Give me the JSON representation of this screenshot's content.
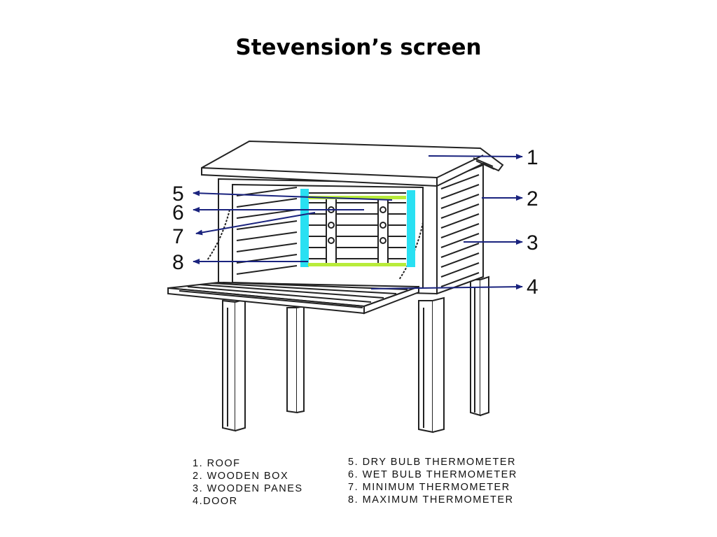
{
  "title": "Stevension’s screen",
  "callouts": [
    "1",
    "2",
    "3",
    "4",
    "5",
    "6",
    "7",
    "8"
  ],
  "legend_left": [
    "1. ROOF",
    "2. WOODEN BOX",
    "3. WOODEN PANES",
    "4.DOOR"
  ],
  "legend_right": [
    "5. DRY BULB THERMOMETER",
    "6. WET BULB THERMOMETER",
    "7. MINIMUM THERMOMETER",
    "8. MAXIMUM THERMOMETER"
  ],
  "colors": {
    "arrow": "#1a237e",
    "highlight_cyan": "#29e0f2",
    "highlight_green": "#b8ec3a",
    "line": "#222222"
  }
}
